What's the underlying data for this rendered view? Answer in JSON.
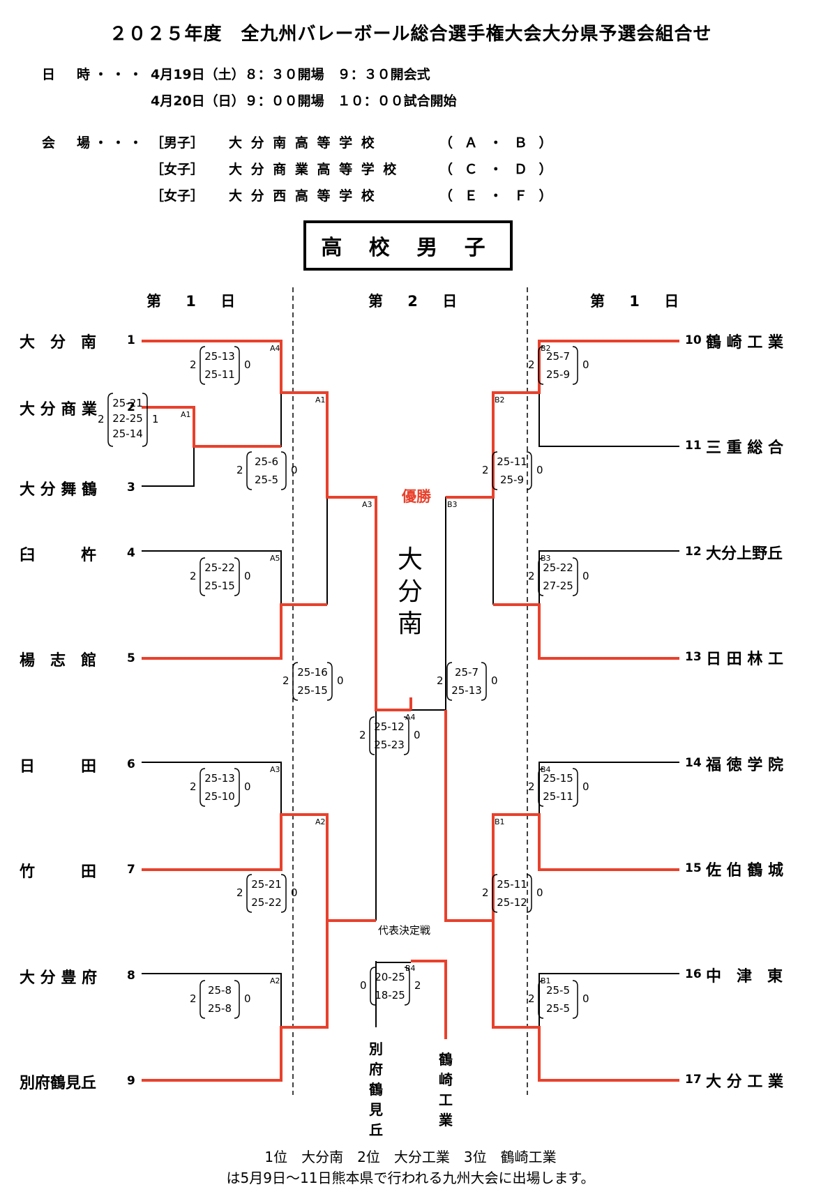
{
  "title": "２０２５年度　全九州バレーボール総合選手権大会大分県予選会組合せ",
  "schedule": {
    "label": "日　時・・・",
    "line1": "4月19日（土）８：３０開場　９：３０開会式",
    "line2": "4月20日（日）９：００開場　１０：００試合開始"
  },
  "venues": {
    "label": "会　場・・・",
    "rows": [
      {
        "gender": "［男子］",
        "place": "大 分 南 高 等 学 校",
        "courts": "（ Ａ ・ Ｂ ）"
      },
      {
        "gender": "［女子］",
        "place": "大 分 商 業 高 等 学 校",
        "courts": "（ Ｃ ・ Ｄ ）"
      },
      {
        "gender": "［女子］",
        "place": "大 分 西 高 等 学 校",
        "courts": "（ Ｅ ・ Ｆ ）"
      }
    ]
  },
  "section_title": "高 校 男 子",
  "day_headers": {
    "left": "第 1 日",
    "center": "第 2 日",
    "right": "第 1 日"
  },
  "teams_left": [
    {
      "num": "1",
      "name": "大　分　南"
    },
    {
      "num": "2",
      "name": "大 分 商 業"
    },
    {
      "num": "3",
      "name": "大 分 舞 鶴"
    },
    {
      "num": "4",
      "name": "臼　　　杵"
    },
    {
      "num": "5",
      "name": "楊　志　館"
    },
    {
      "num": "6",
      "name": "日　　　田"
    },
    {
      "num": "7",
      "name": "竹　　　田"
    },
    {
      "num": "8",
      "name": "大 分 豊 府"
    },
    {
      "num": "9",
      "name": "別府鶴見丘"
    }
  ],
  "teams_right": [
    {
      "num": "10",
      "name": "鶴 崎 工 業"
    },
    {
      "num": "11",
      "name": "三 重 総 合"
    },
    {
      "num": "12",
      "name": "大分上野丘"
    },
    {
      "num": "13",
      "name": "日 田 林 工"
    },
    {
      "num": "14",
      "name": "福 徳 学 院"
    },
    {
      "num": "15",
      "name": "佐 伯 鶴 城"
    },
    {
      "num": "16",
      "name": "中　津　東"
    },
    {
      "num": "17",
      "name": "大 分 工 業"
    }
  ],
  "matches": [
    {
      "id": "A1",
      "label": "A1",
      "left": "2",
      "right": "1",
      "sets": [
        "25-21",
        "22-25",
        "25-14"
      ]
    },
    {
      "id": "A4",
      "label": "A4",
      "left": "2",
      "right": "0",
      "sets": [
        "25-13",
        "25-11"
      ]
    },
    {
      "id": "A5",
      "label": "A5",
      "left": "2",
      "right": "0",
      "sets": [
        "25-22",
        "25-15"
      ]
    },
    {
      "id": "A3",
      "label": "A3",
      "left": "2",
      "right": "0",
      "sets": [
        "25-13",
        "25-10"
      ]
    },
    {
      "id": "A2",
      "label": "A2",
      "left": "2",
      "right": "0",
      "sets": [
        "25-8",
        "25-8"
      ]
    },
    {
      "id": "A1b",
      "label": "A1",
      "left": "2",
      "right": "0",
      "sets": [
        "25-6",
        "25-5"
      ]
    },
    {
      "id": "A2b",
      "label": "A2",
      "left": "2",
      "right": "0",
      "sets": [
        "25-21",
        "25-22"
      ]
    },
    {
      "id": "A3b",
      "label": "A3",
      "left": "2",
      "right": "0",
      "sets": [
        "25-16",
        "25-15"
      ]
    },
    {
      "id": "A4f",
      "label": "A4",
      "left": "2",
      "right": "0",
      "sets": [
        "25-12",
        "25-23"
      ]
    },
    {
      "id": "B3b",
      "label": "B3",
      "left": "2",
      "right": "0",
      "sets": [
        "25-7",
        "25-13"
      ]
    },
    {
      "id": "B2",
      "label": "B2",
      "left": "2",
      "right": "0",
      "sets": [
        "25-7",
        "25-9"
      ]
    },
    {
      "id": "B3",
      "label": "B3",
      "left": "2",
      "right": "0",
      "sets": [
        "25-22",
        "27-25"
      ]
    },
    {
      "id": "B4",
      "label": "B4",
      "left": "2",
      "right": "0",
      "sets": [
        "25-15",
        "25-11"
      ]
    },
    {
      "id": "B1",
      "label": "B1",
      "left": "2",
      "right": "0",
      "sets": [
        "25-5",
        "25-5"
      ]
    },
    {
      "id": "B2b",
      "label": "B2",
      "left": "2",
      "right": "0",
      "sets": [
        "25-11",
        "25-9"
      ]
    },
    {
      "id": "B1b",
      "label": "B1",
      "left": "2",
      "right": "0",
      "sets": [
        "25-11",
        "25-12"
      ]
    },
    {
      "id": "B4r",
      "label": "B4",
      "left": "0",
      "right": "2",
      "sets": [
        "20-25",
        "18-25"
      ]
    }
  ],
  "champion_label": "優勝",
  "champion": "大分南",
  "rep_match_label": "代表決定戦",
  "rep_left_team": "別府鶴見丘",
  "rep_right_team": "鶴崎工業",
  "footer": {
    "line1": "1位　大分南　2位　大分工業　3位　鶴崎工業",
    "line2": "は5月9日～11日熊本県で行われる九州大会に出場します。"
  },
  "colors": {
    "win_line": "#e8412c",
    "line": "#000000",
    "champion_label": "#e8412c"
  }
}
